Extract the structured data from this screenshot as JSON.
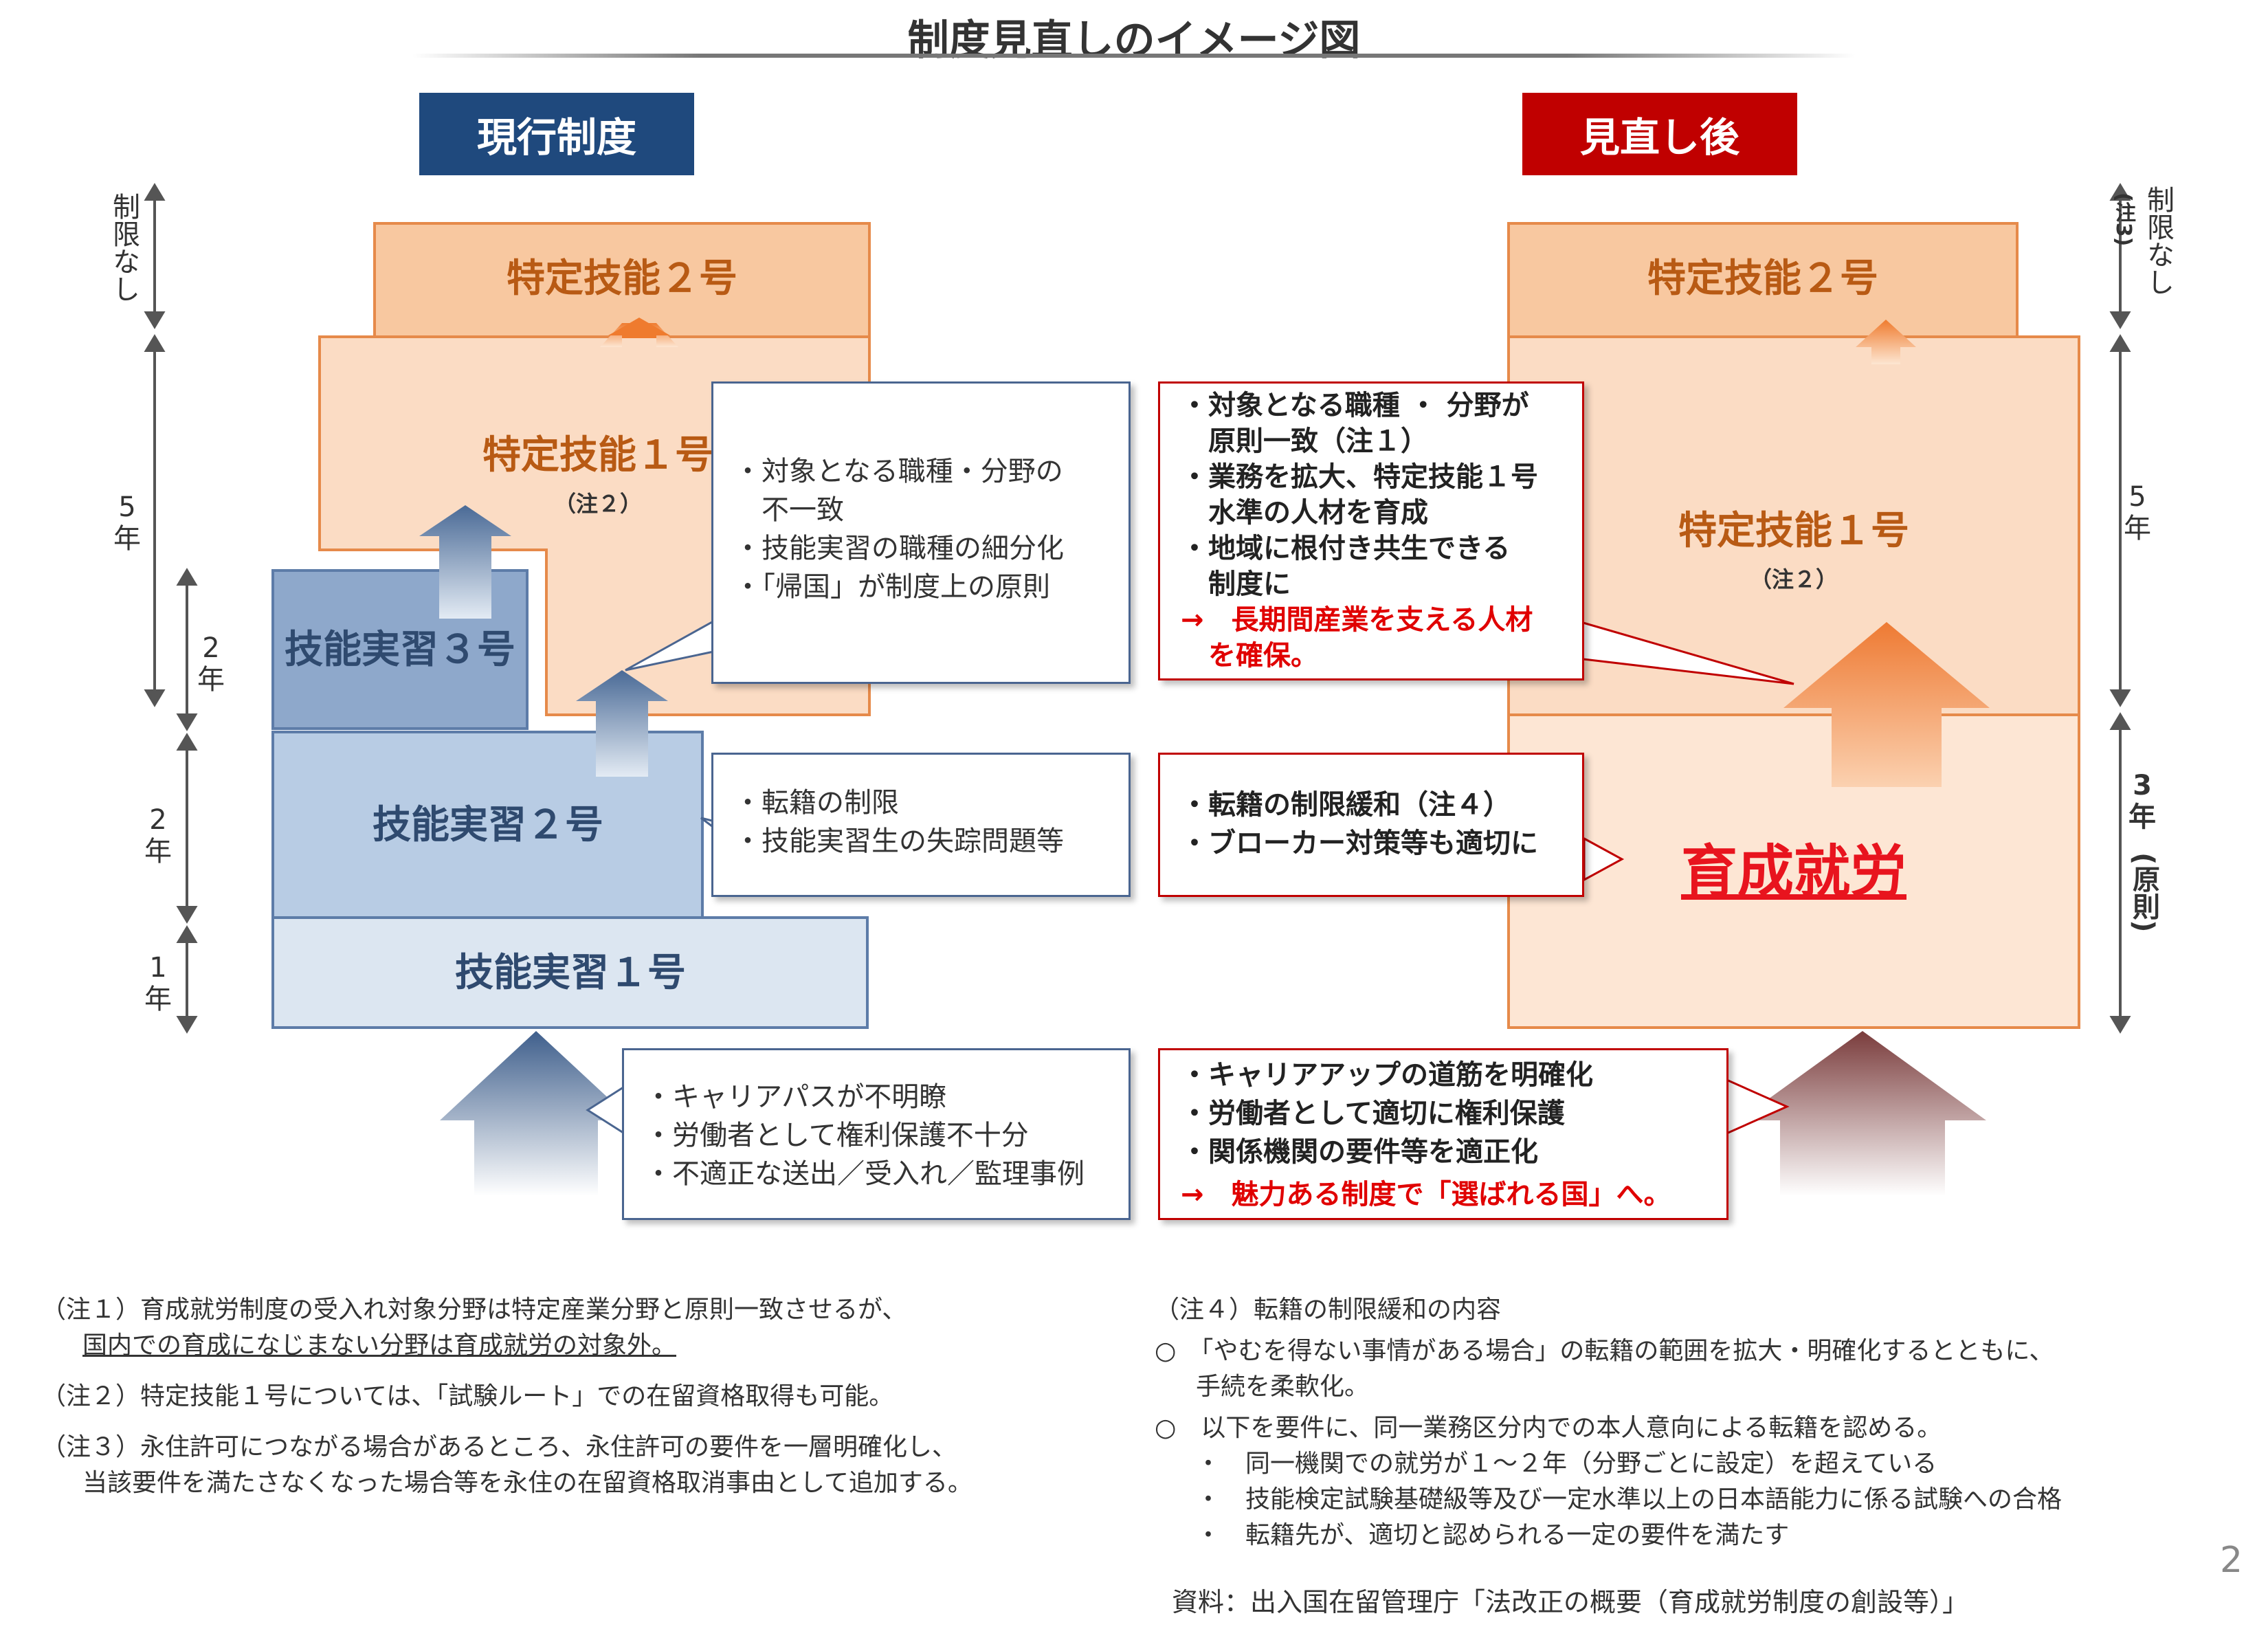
{
  "title": "制度見直しのイメージ図",
  "headers": {
    "current": "現行制度",
    "revised": "見直し後"
  },
  "colors": {
    "current_header": "#1f497d",
    "revised_header": "#c00000",
    "accent_red": "#e00000"
  },
  "left_scale": {
    "unlimited": "制限なし",
    "five_years": "5年",
    "two_years_a": "2年",
    "two_years_b": "2年",
    "one_year": "1年"
  },
  "right_scale": {
    "unlimited": "制限なし",
    "note3": "(注3)",
    "five_years": "5年",
    "three_years": "3年",
    "principle": "(原則)"
  },
  "current": {
    "tokutei2": "特定技能２号",
    "tokutei1": "特定技能１号",
    "tokutei1_note": "（注２）",
    "jisshu3": "技能実習３号",
    "jisshu2": "技能実習２号",
    "jisshu1": "技能実習１号"
  },
  "revised": {
    "tokutei2": "特定技能２号",
    "tokutei1": "特定技能１号",
    "tokutei1_note": "（注２）",
    "ikusei": "育成就労"
  },
  "callouts": {
    "issues_field": [
      "・対象となる職種・分野の",
      "　不一致",
      "・技能実習の職種の細分化",
      "・「帰国」が制度上の原則"
    ],
    "issues_transfer": [
      "・転籍の制限",
      "・技能実習生の失踪問題等"
    ],
    "issues_career": [
      "・キャリアパスが不明瞭",
      "・労働者として権利保護不十分",
      "・不適正な送出／受入れ／監理事例"
    ],
    "fix_field": [
      "・対象となる職種 ・ 分野が",
      "　原則一致（注１）",
      "・業務を拡大、特定技能１号",
      "　水準の人材を育成",
      "・地域に根付き共生できる",
      "　制度に"
    ],
    "fix_field_conclusion": [
      "→　長期間産業を支える人材",
      "　を確保。"
    ],
    "fix_transfer": [
      "・転籍の制限緩和（注４）",
      "・ブローカー対策等も適切に"
    ],
    "fix_career": [
      "・キャリアアップの道筋を明確化",
      "・労働者として適切に権利保護",
      "・関係機関の要件等を適正化"
    ],
    "fix_career_conclusion": "→　魅力ある制度で「選ばれる国」へ。"
  },
  "notes_left": {
    "n1_l1": "（注１）育成就労制度の受入れ対象分野は特定産業分野と原則一致させるが、",
    "n1_l2": "国内での育成になじまない分野は育成就労の対象外。",
    "n2": "（注２）特定技能１号については、「試験ルート」での在留資格取得も可能。",
    "n3_l1": "（注３）永住許可につながる場合があるところ、永住許可の要件を一層明確化し、",
    "n3_l2": "当該要件を満たさなくなった場合等を永住の在留資格取消事由として追加する。"
  },
  "notes_right": {
    "n4_title": "（注４）転籍の制限緩和の内容",
    "n4_a1": "○　「やむを得ない事情がある場合」の転籍の範囲を拡大・明確化するとともに、",
    "n4_a2": "手続を柔軟化。",
    "n4_b": "○　以下を要件に、同一業務区分内での本人意向による転籍を認める。",
    "n4_b1": "・　同一機関での就労が１～２年（分野ごとに設定）を超えている",
    "n4_b2": "・　技能検定試験基礎級等及び一定水準以上の日本語能力に係る試験への合格",
    "n4_b3": "・　転籍先が、適切と認められる一定の要件を満たす"
  },
  "source": "資料：出入国在留管理庁「法改正の概要（育成就労制度の創設等）」",
  "page_number": "2"
}
